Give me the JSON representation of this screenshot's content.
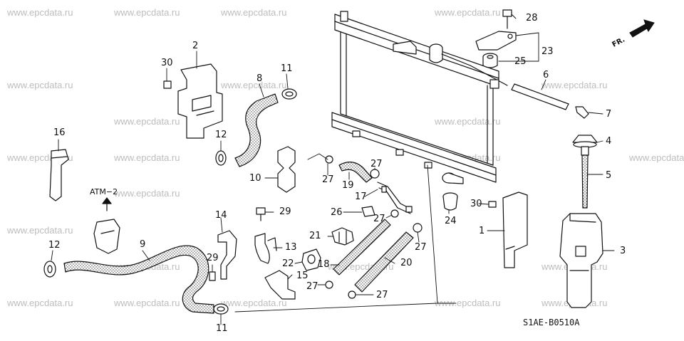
{
  "watermark": "www.epcdata.ru",
  "labels": {
    "atm": "ATM−2",
    "front": "FR.",
    "diagram_code": "S1AE-B0510A"
  },
  "callouts": {
    "c1": "1",
    "c2": "2",
    "c3": "3",
    "c4": "4",
    "c5": "5",
    "c6": "6",
    "c7": "7",
    "c8": "8",
    "c9": "9",
    "c10": "10",
    "c11": "11",
    "c12": "12",
    "c13": "13",
    "c14": "14",
    "c15": "15",
    "c16": "16",
    "c17": "17",
    "c18": "18",
    "c19": "19",
    "c20": "20",
    "c21": "21",
    "c22": "22",
    "c23": "23",
    "c24": "24",
    "c25": "25",
    "c26": "26",
    "c27": "27",
    "c28": "28",
    "c29": "29",
    "c30": "30"
  }
}
